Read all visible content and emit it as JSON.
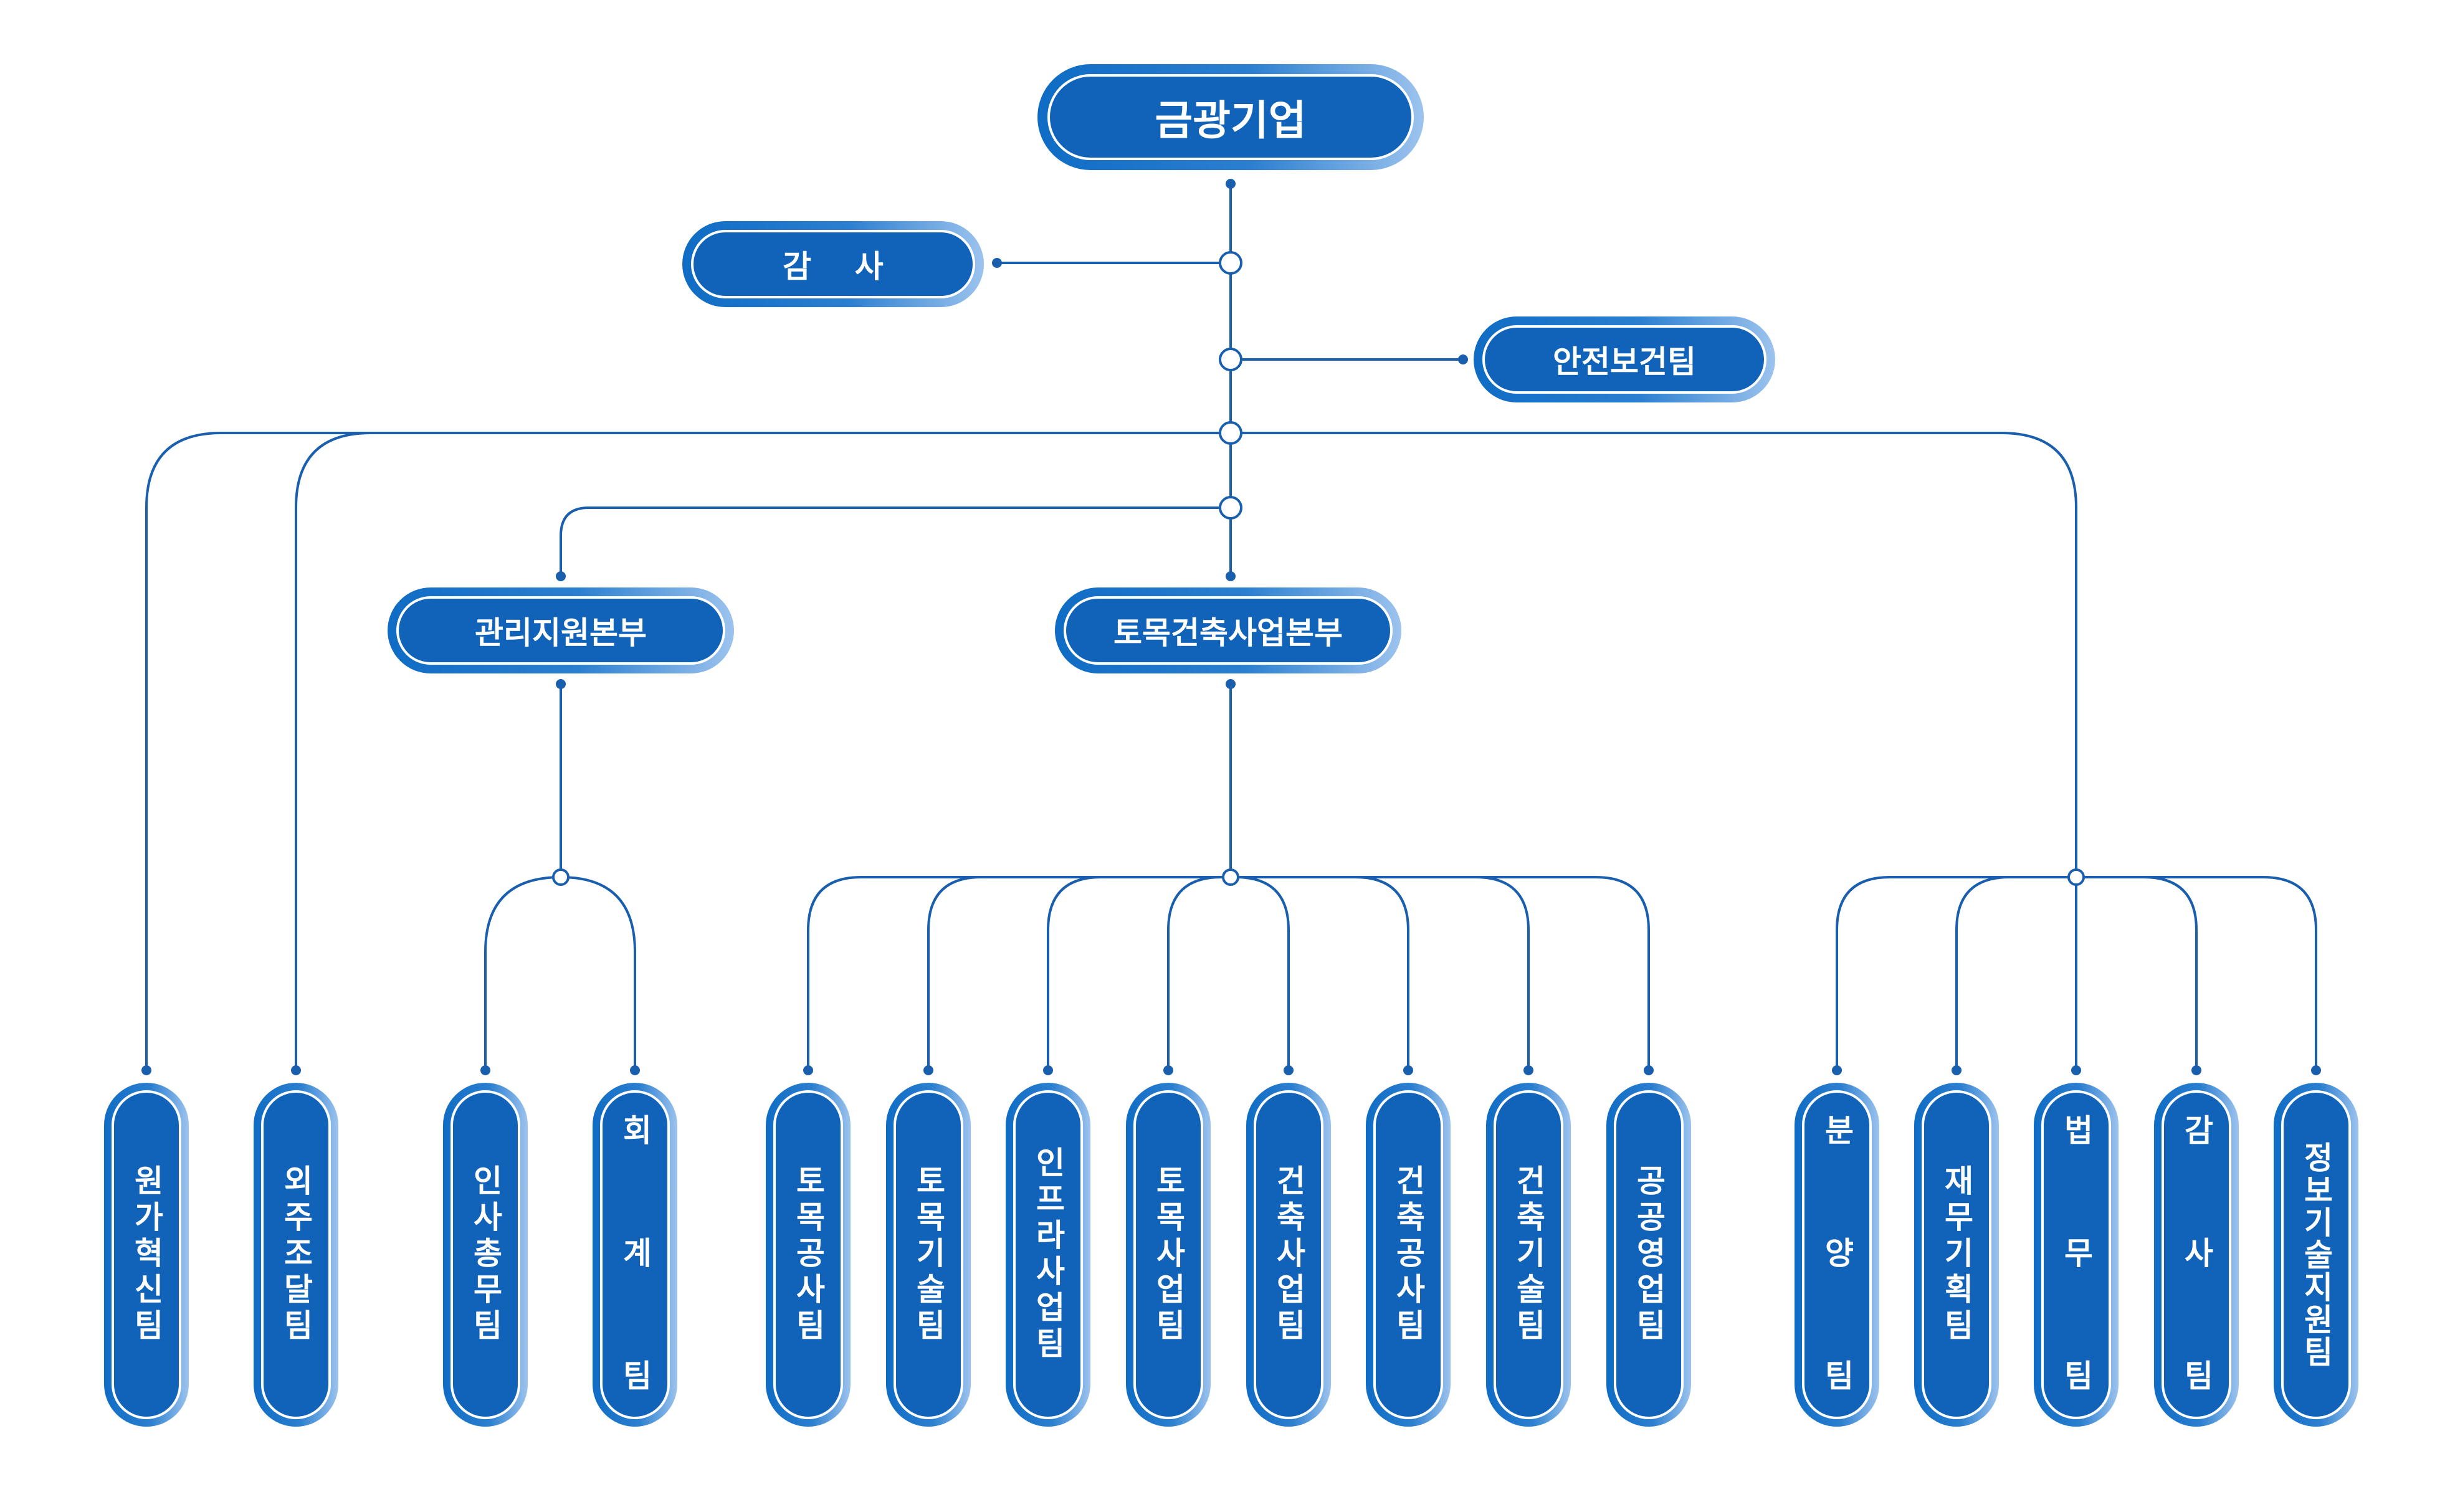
{
  "colors": {
    "line": "#1a5fad",
    "node_fill": "#1063b8",
    "node_edge_light": "#9cc3ee",
    "node_text": "#ffffff"
  },
  "top": {
    "label": "금광기업"
  },
  "audit_top": {
    "label": "감    사"
  },
  "safety": {
    "label": "안전보건팀"
  },
  "divisions": {
    "admin": {
      "label": "관리지원본부"
    },
    "civil": {
      "label": "토목건축사업본부"
    }
  },
  "teams": {
    "cost_innovation": "원가혁신팀",
    "procurement": "외주조달팀",
    "hr": "인사총무팀",
    "accounting": [
      "회",
      "계",
      "팀"
    ],
    "civil_construction": "토목공사팀",
    "civil_tech": "토목기술팀",
    "infra": "인프라사업팀",
    "civil_business": "토목사업팀",
    "arch_business": "건축사업팀",
    "arch_construction": "건축공사팀",
    "arch_tech": "건축기술팀",
    "public_sales": "공공영업팀",
    "sales": [
      "분",
      "양",
      "팀"
    ],
    "finance": "재무기획팀",
    "legal": [
      "법",
      "무",
      "팀"
    ],
    "audit": [
      "감",
      "사",
      "팀"
    ],
    "it": "정보기술지원팀"
  }
}
